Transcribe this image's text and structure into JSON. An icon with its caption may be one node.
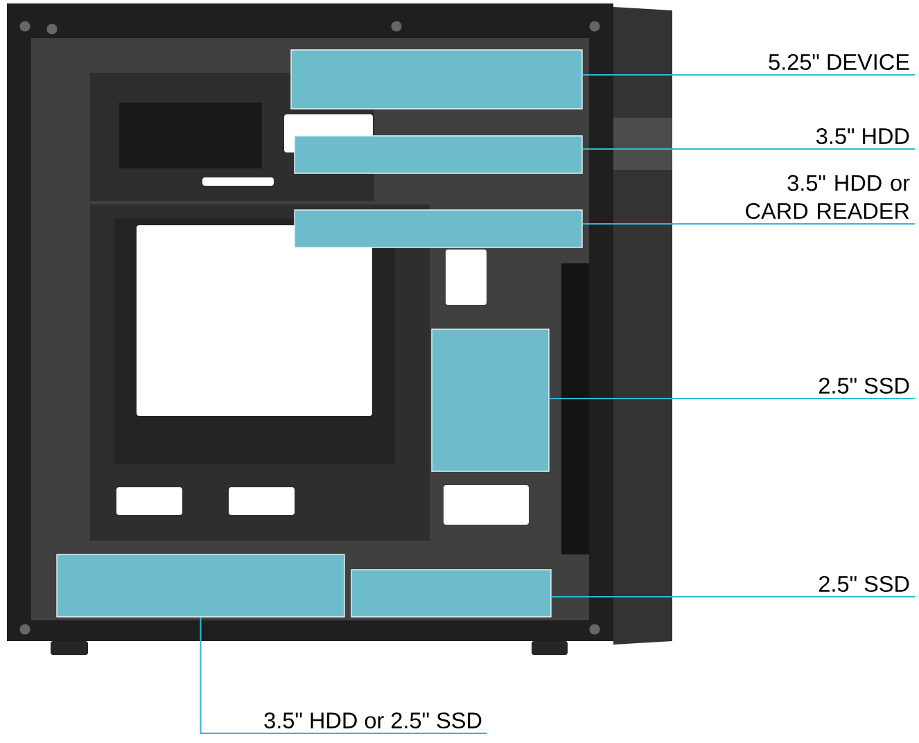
{
  "diagram": {
    "nodes": [
      {
        "text": [
          "5.25\" DEVICE"
        ]
      },
      {
        "text": [
          "3.5\" HDD"
        ]
      },
      {
        "text": [
          "3.5\" HDD or CARD READER"
        ]
      },
      {
        "text": [
          "2.5\" SSD"
        ]
      },
      {
        "text": [
          "2.5\" SSD"
        ]
      },
      {
        "text": [
          "3.5\" HDD or 2.5\" SSD"
        ]
      },
      {
        "text": [],
        "shape": "box"
      },
      {
        "text": [],
        "shape": "box"
      },
      {
        "text": [],
        "shape": "box"
      },
      {
        "text": [],
        "shape": "box"
      },
      {
        "text": [],
        "shape": "box"
      },
      {
        "text": [],
        "shape": "box"
      }
    ],
    "edges": [
      {
        "from": 0,
        "to": 6,
        "arrow": "none"
      },
      {
        "from": 1,
        "to": 7,
        "arrow": "none"
      },
      {
        "from": 2,
        "to": 8,
        "arrow": "none"
      },
      {
        "from": 3,
        "to": 9,
        "arrow": "none"
      },
      {
        "from": 4,
        "to": 10,
        "arrow": "none"
      },
      {
        "from": 5,
        "to": 11,
        "arrow": "none"
      }
    ]
  }
}
